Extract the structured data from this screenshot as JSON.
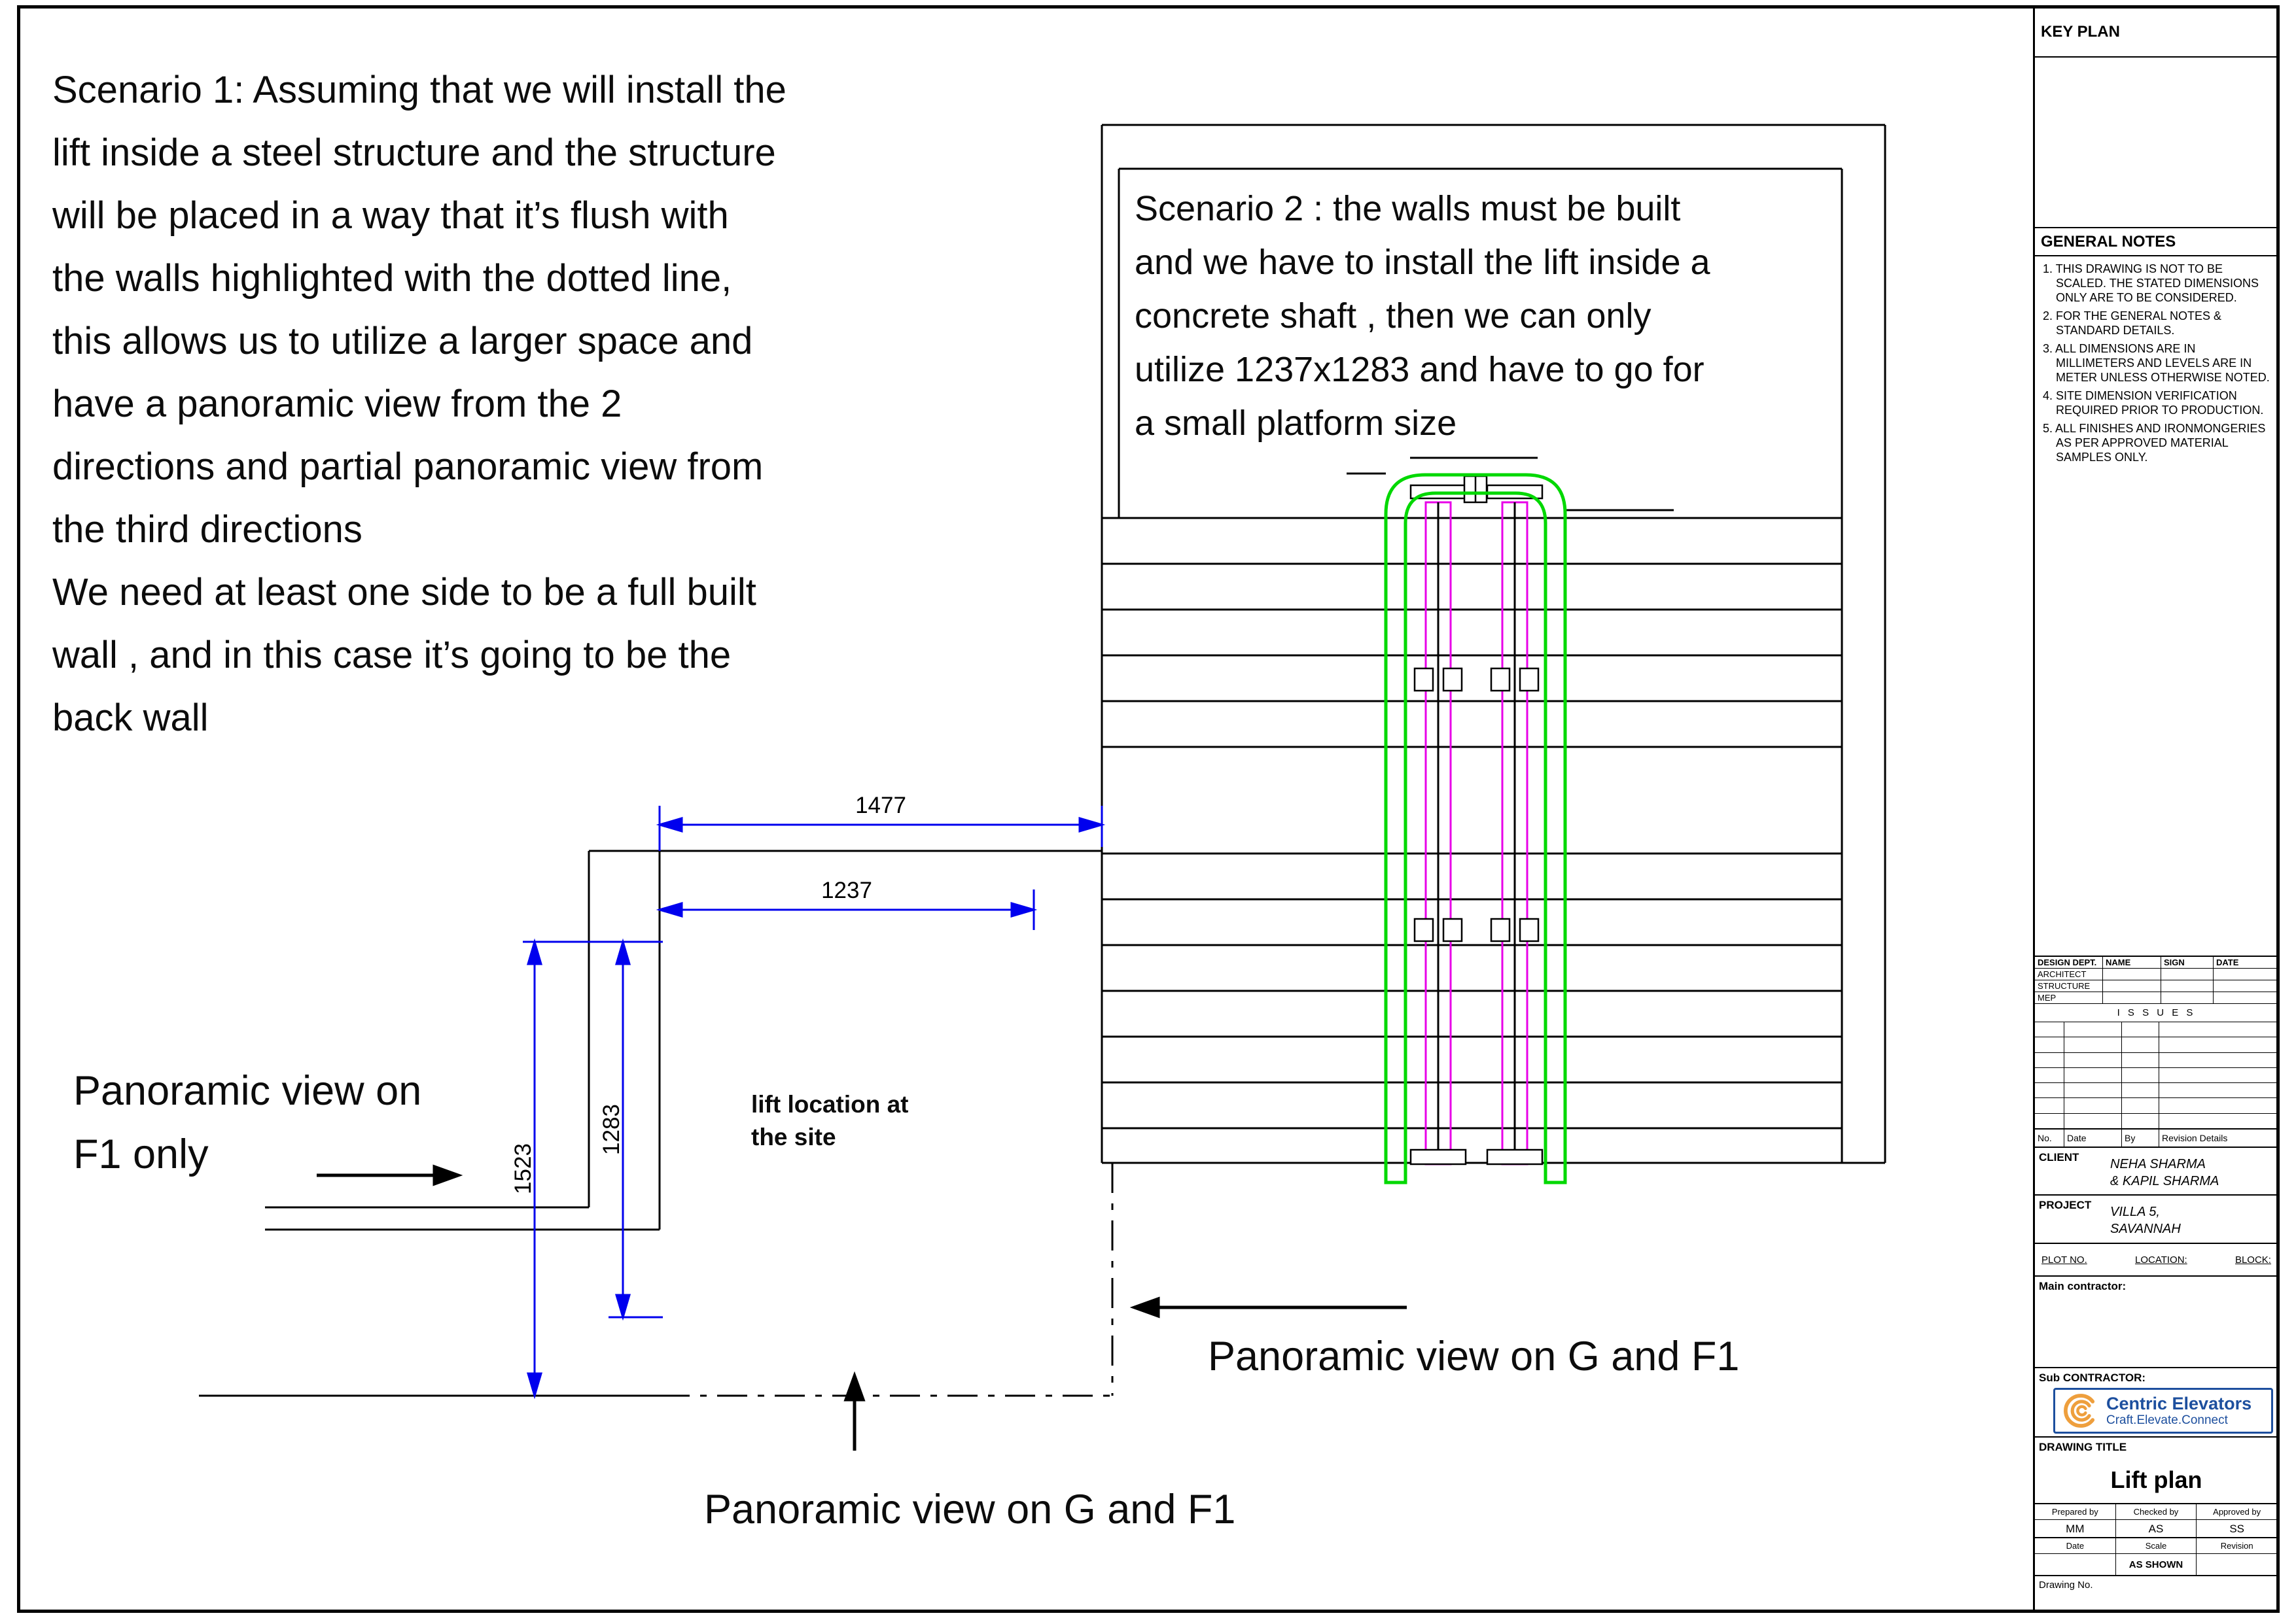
{
  "colors": {
    "dimension_blue": "#0000ee",
    "shaft_green": "#00d800",
    "car_magenta": "#e800e8",
    "logo_orange": "#ee9f3d",
    "logo_blue": "#1d4f9e"
  },
  "scenario1": "Scenario 1: Assuming that we will install the\nlift inside a steel structure and the structure\nwill be placed in a way that it’s flush with\nthe walls highlighted with the dotted line,\nthis allows us to utilize a larger space and\nhave a panoramic view from the 2\ndirections and partial panoramic view from\nthe third directions\nWe need at least one side to be a full built\nwall , and in this case it’s going to be the\nback wall",
  "scenario2": "Scenario 2 : the walls must be built\nand we have to install the lift inside a\nconcrete shaft , then we can only\nutilize 1237x1283 and have to go for\na small platform size",
  "dimensions": {
    "outer_width": "1477",
    "inner_width": "1237",
    "outer_depth": "1523",
    "inner_depth": "1283"
  },
  "labels": {
    "lift_location": "lift location at\nthe site",
    "panoramic_f1": "Panoramic view on\nF1 only",
    "panoramic_right": "Panoramic view on G and F1",
    "panoramic_bottom": "Panoramic view on G and F1"
  },
  "title_block": {
    "key_plan": "KEY PLAN",
    "general_notes_title": "GENERAL NOTES",
    "general_notes": [
      "1. THIS DRAWING IS NOT TO BE SCALED. THE STATED DIMENSIONS ONLY ARE TO BE CONSIDERED.",
      "2. FOR THE GENERAL NOTES & STANDARD DETAILS.",
      "3. ALL DIMENSIONS ARE IN MILLIMETERS AND LEVELS ARE IN METER UNLESS OTHERWISE NOTED.",
      "4. SITE DIMENSION VERIFICATION REQUIRED PRIOR TO PRODUCTION.",
      "5. ALL FINISHES AND IRONMONGERIES AS PER APPROVED MATERIAL SAMPLES ONLY."
    ],
    "design_table": {
      "headers": [
        "DESIGN DEPT.",
        "NAME",
        "SIGN",
        "DATE"
      ],
      "rows": [
        "ARCHITECT",
        "STRUCTURE",
        "MEP"
      ]
    },
    "issues_title": "I S S U E S",
    "revision_headers": [
      "No.",
      "Date",
      "By",
      "Revision Details"
    ],
    "client_label": "CLIENT",
    "client_value": "NEHA SHARMA\n& KAPIL SHARMA",
    "project_label": "PROJECT",
    "project_value": "VILLA 5,\nSAVANNAH",
    "plot_label": "PLOT NO.",
    "location_label": "LOCATION:",
    "block_label": "BLOCK:",
    "main_contractor_label": "Main contractor:",
    "sub_contractor_label": "Sub CONTRACTOR:",
    "logo": {
      "name": "Centric Elevators",
      "tagline": "Craft.Elevate.Connect"
    },
    "drawing_title_label": "DRAWING TITLE",
    "drawing_title": "Lift plan",
    "prepared_by_label": "Prepared by",
    "prepared_by": "MM",
    "checked_by_label": "Checked by",
    "checked_by": "AS",
    "approved_by_label": "Approved by",
    "approved_by": "SS",
    "date_label": "Date",
    "scale_label": "Scale",
    "revision_label": "Revision",
    "scale_value": "AS SHOWN",
    "drawing_no_label": "Drawing No."
  }
}
